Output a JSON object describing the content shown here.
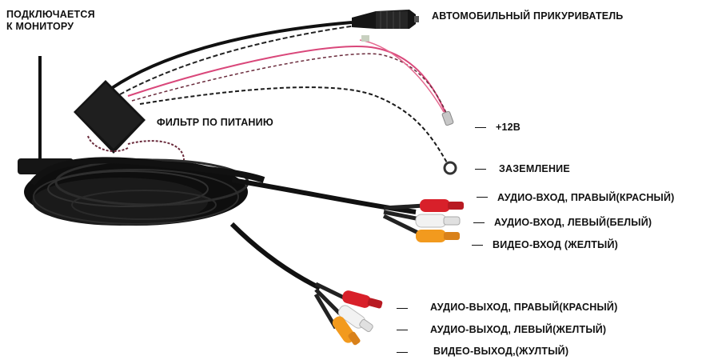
{
  "labels": {
    "monitor_line1": "ПОДКЛЮЧАЕТСЯ",
    "monitor_line2": "К МОНИТОРУ",
    "cigarette_lighter": "АВТОМОБИЛЬНЫЙ ПРИКУРИВАТЕЛЬ",
    "power_filter": "ФИЛЬТР ПО ПИТАНИЮ",
    "plus_12v": "+12В",
    "ground": "ЗАЗЕМЛЕНИЕ",
    "audio_in_right": "АУДИО-ВХОД, ПРАВЫЙ(КРАСНЫЙ)",
    "audio_in_left": "АУДИО-ВХОД, ЛЕВЫЙ(БЕЛЫЙ)",
    "video_in": "ВИДЕО-ВХОД (ЖЕЛТЫЙ)",
    "audio_out_right": "АУДИО-ВЫХОД, ПРАВЫЙ(КРАСНЫЙ)",
    "audio_out_left": "АУДИО-ВЫХОД, ЛЕВЫЙ(ЖЕЛТЫЙ)",
    "video_out": "ВИДЕО-ВЫХОД,(ЖУЛТЫЙ)"
  },
  "colors": {
    "cable": "#111111",
    "rca_red": "#d8202a",
    "rca_white": "#f2f2f2",
    "rca_yellow": "#f29a1e",
    "wire_red": "#d9477a",
    "background": "#ffffff"
  }
}
